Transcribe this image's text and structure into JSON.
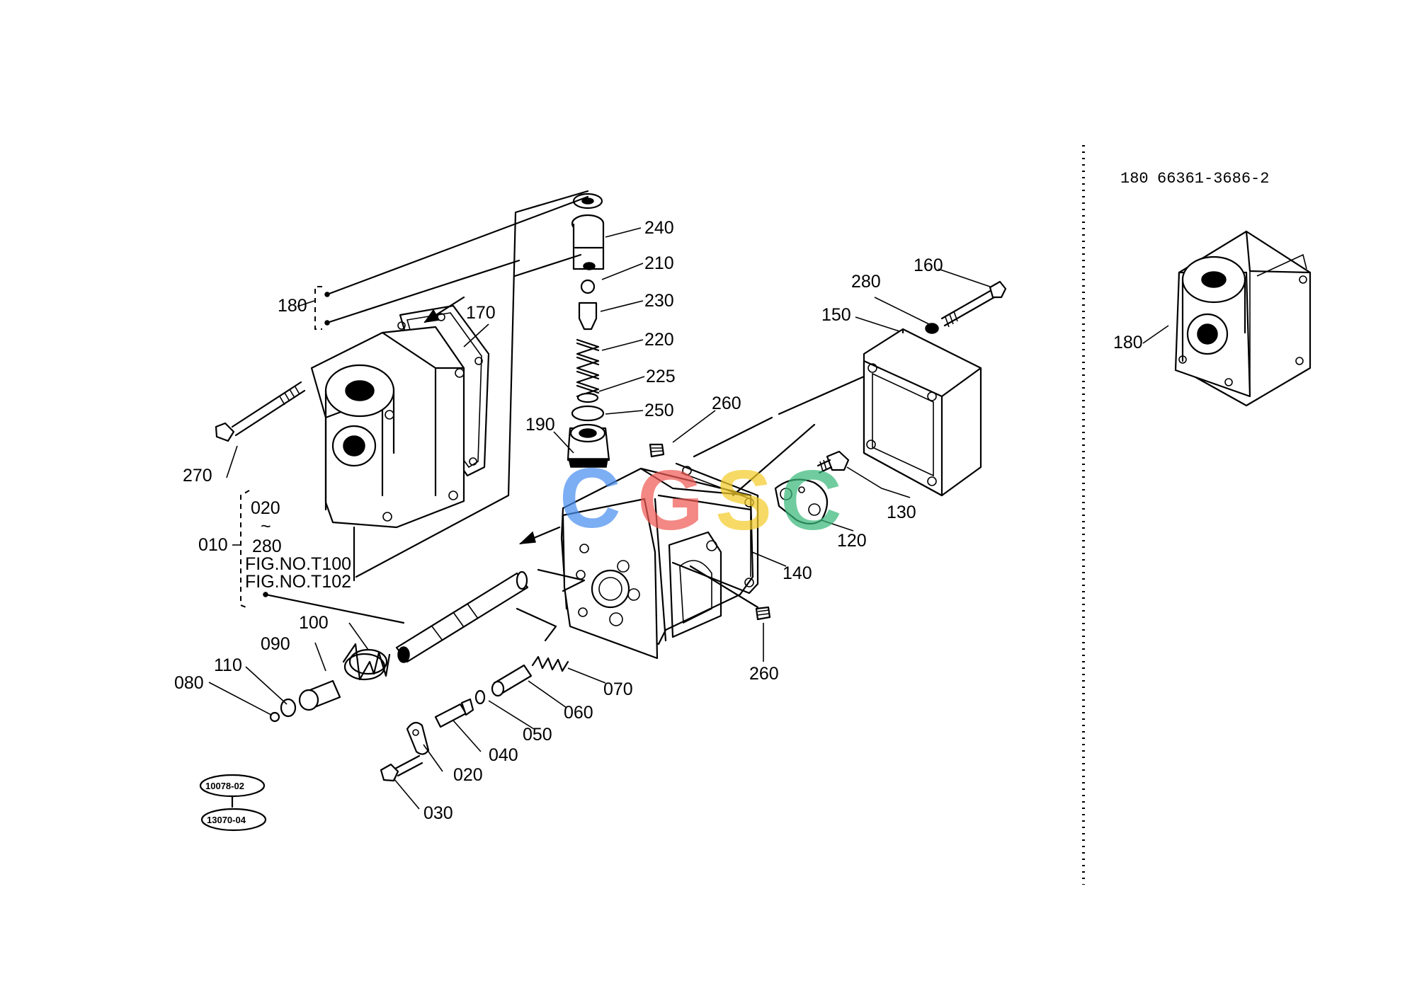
{
  "diagram": {
    "part_labels": {
      "p240": "240",
      "p210": "210",
      "p230": "230",
      "p220": "220",
      "p225": "225",
      "p250": "250",
      "p190": "190",
      "p260a": "260",
      "p260b": "260",
      "p180": "180",
      "p170": "170",
      "p270": "270",
      "p280": "280",
      "p160": "160",
      "p150": "150",
      "p130": "130",
      "p120": "120",
      "p140": "140",
      "p010": "010",
      "p100": "100",
      "p090": "090",
      "p110": "110",
      "p080": "080",
      "p070": "070",
      "p060": "060",
      "p050": "050",
      "p040": "040",
      "p020": "020",
      "p030": "030"
    },
    "group_010": {
      "line1": "020",
      "tilde": "~",
      "line2": "280",
      "fig1": "FIG.NO.T100",
      "fig2": "FIG.NO.T102"
    },
    "ref_codes": {
      "top": "10078-02",
      "bottom": "13070-04"
    },
    "inset": {
      "part_no": "180",
      "code": "66361-3686-2",
      "callout": "180"
    }
  },
  "watermark": {
    "letters": [
      "C",
      "G",
      "S",
      "C"
    ],
    "colors": [
      "#4a8ff0",
      "#ef5a55",
      "#f4cd2a",
      "#39b87a"
    ]
  }
}
